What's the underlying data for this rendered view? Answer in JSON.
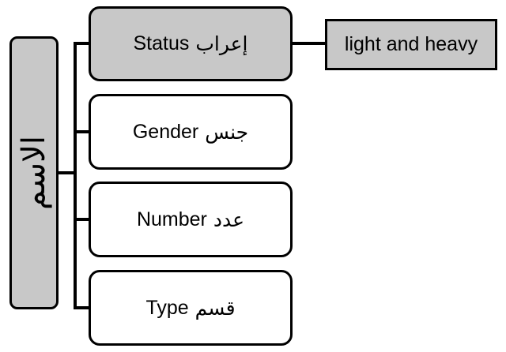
{
  "root": {
    "label": "الاسم"
  },
  "attributes": [
    {
      "en": "Status",
      "ar": "إعراب"
    },
    {
      "en": "Gender",
      "ar": "جنس"
    },
    {
      "en": "Number",
      "ar": "عدد"
    },
    {
      "en": "Type",
      "ar": "قسم"
    }
  ],
  "status_value": {
    "label": "light and heavy"
  },
  "colors": {
    "highlight_fill": "#c8c8c8",
    "plain_fill": "#ffffff",
    "stroke": "#000000"
  }
}
